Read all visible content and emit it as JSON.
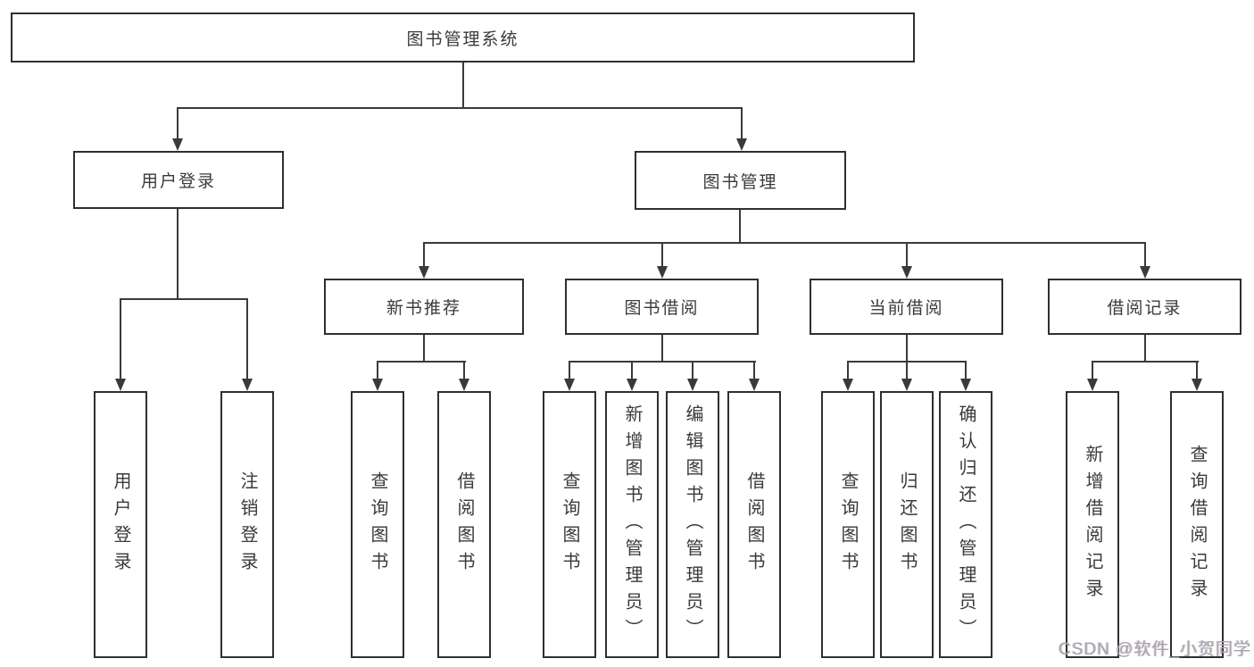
{
  "diagram": {
    "root": {
      "label": "图书管理系统"
    },
    "branches": [
      {
        "label": "用户登录",
        "children": [
          {
            "label": "用户登录"
          },
          {
            "label": "注销登录"
          }
        ]
      },
      {
        "label": "图书管理",
        "children": [
          {
            "label": "新书推荐",
            "children": [
              {
                "label": "查询图书"
              },
              {
                "label": "借阅图书"
              }
            ]
          },
          {
            "label": "图书借阅",
            "children": [
              {
                "label": "查询图书"
              },
              {
                "label": "新增图书（管理员）"
              },
              {
                "label": "编辑图书（管理员）"
              },
              {
                "label": "借阅图书"
              }
            ]
          },
          {
            "label": "当前借阅",
            "children": [
              {
                "label": "查询图书"
              },
              {
                "label": "归还图书"
              },
              {
                "label": "确认归还（管理员）"
              }
            ]
          },
          {
            "label": "借阅记录",
            "children": [
              {
                "label": "新增借阅记录"
              },
              {
                "label": "查询借阅记录"
              }
            ]
          }
        ]
      }
    ]
  },
  "watermark": {
    "text": "CSDN @软件_小贺同学"
  },
  "colors": {
    "background": "#ffffff",
    "line": "#3a3a3a",
    "box_border": "#2f2f2f",
    "text": "#3a3a3a",
    "watermark": "#a7a7ac"
  }
}
